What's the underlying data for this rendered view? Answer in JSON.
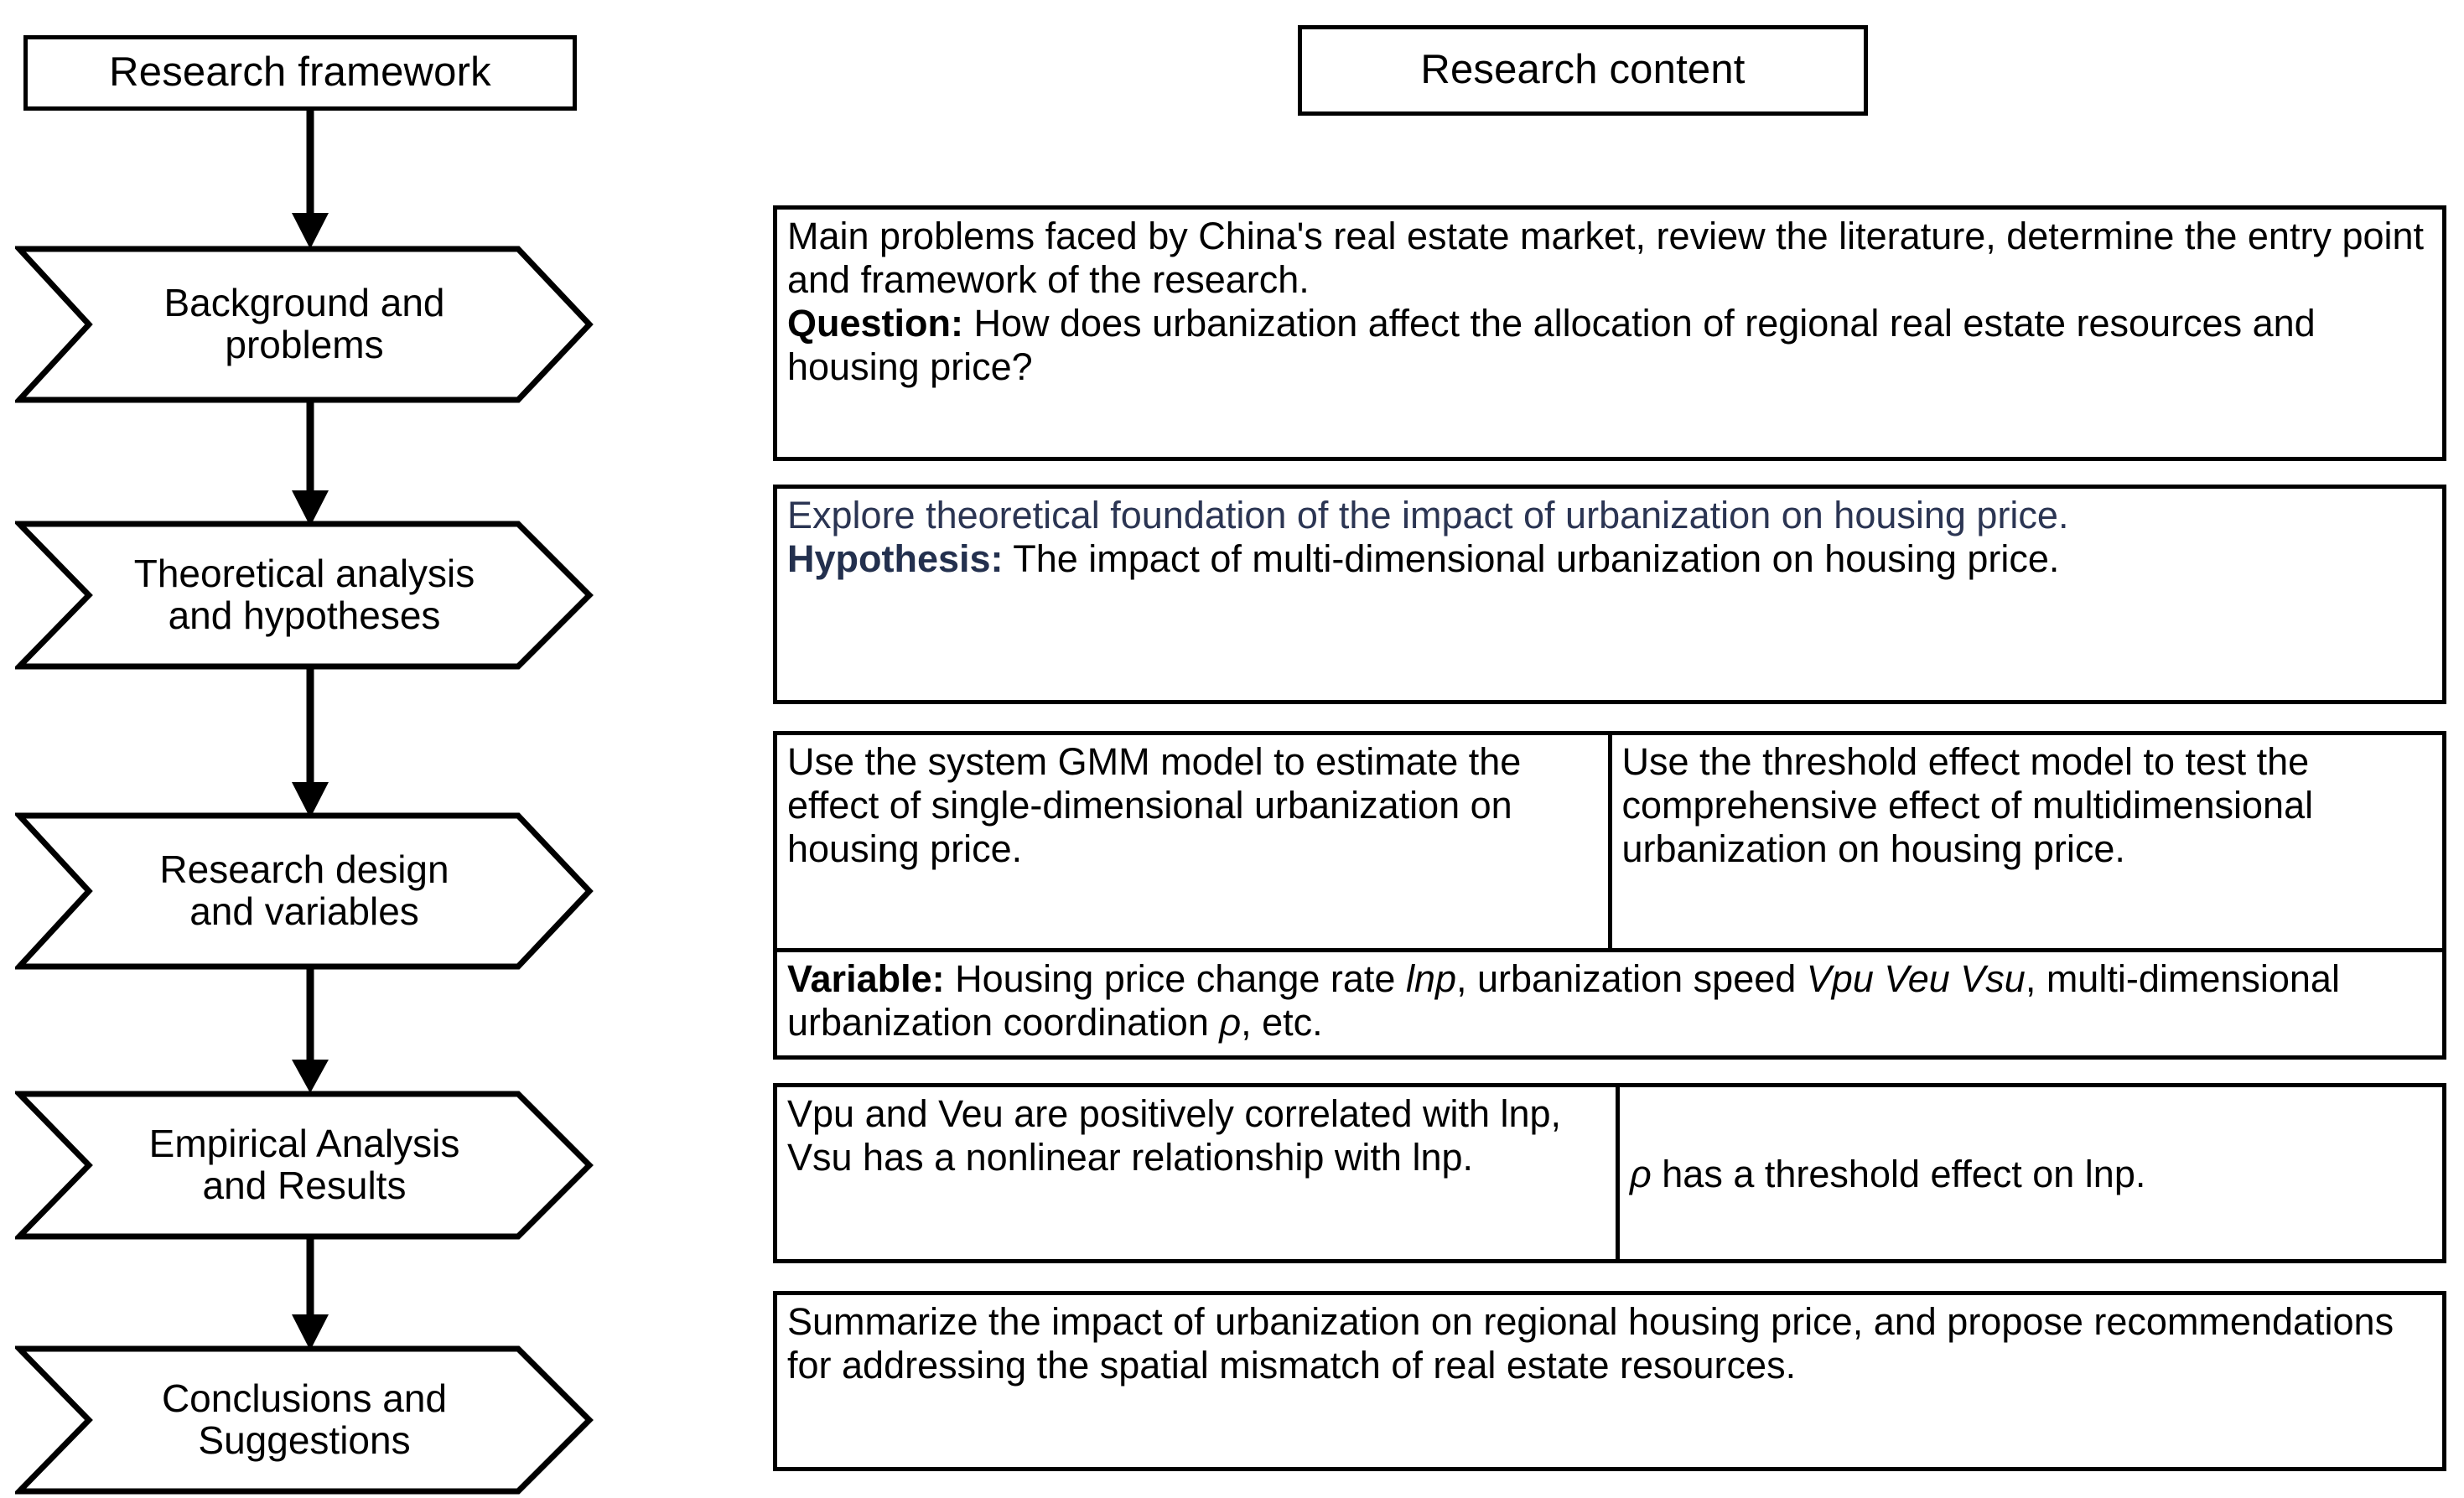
{
  "headers": {
    "left": "Research framework",
    "right": "Research content"
  },
  "stages": [
    {
      "name": "background-and-problems",
      "line1": "Background and",
      "line2": "problems"
    },
    {
      "name": "theoretical-analysis-and-hypotheses",
      "line1": "Theoretical analysis",
      "line2": "and hypotheses"
    },
    {
      "name": "research-design-and-variables",
      "line1": "Research design",
      "line2": "and variables"
    },
    {
      "name": "empirical-analysis-and-results",
      "line1": "Empirical Analysis",
      "line2": "and Results"
    },
    {
      "name": "conclusions-and-suggestions",
      "line1": "Conclusions and",
      "line2": "Suggestions"
    }
  ],
  "content": {
    "background": {
      "intro": "Main problems faced by China's real estate market, review the literature, determine the entry point and framework of the research.",
      "question_label": "Question:",
      "question_text": " How does urbanization affect the allocation of regional real estate resources and housing price?"
    },
    "theoretical": {
      "intro": "Explore theoretical foundation of the impact of urbanization on housing price.",
      "hypothesis_label": "Hypothesis:",
      "hypothesis_text": " The impact of multi-dimensional urbanization on housing price."
    },
    "design": {
      "left": "Use the system GMM model to estimate the effect of single-dimensional urbanization on housing price.",
      "right": "Use the threshold effect model to test the comprehensive effect of multidimensional urbanization on housing price.",
      "variable_label": "Variable:",
      "variable_t1": " Housing price change rate ",
      "variable_v1": "lnp",
      "variable_t2": ", urbanization speed ",
      "variable_v2": "Vpu Veu Vsu",
      "variable_t3": ", multi-dimensional urbanization coordination ",
      "variable_v3": "ρ",
      "variable_t4": ", etc."
    },
    "empirical": {
      "left": "Vpu and Veu are positively correlated with lnp, Vsu has a nonlinear relationship with lnp.",
      "right_symbol": "ρ",
      "right_text": " has a threshold effect on lnp."
    },
    "conclusions": {
      "text": "Summarize the impact of urbanization on regional housing price, and propose recommendations for addressing the spatial mismatch of real estate resources."
    }
  },
  "colors": {
    "stroke": "#000000",
    "accent_navy": "#2b3553",
    "background": "#ffffff"
  }
}
